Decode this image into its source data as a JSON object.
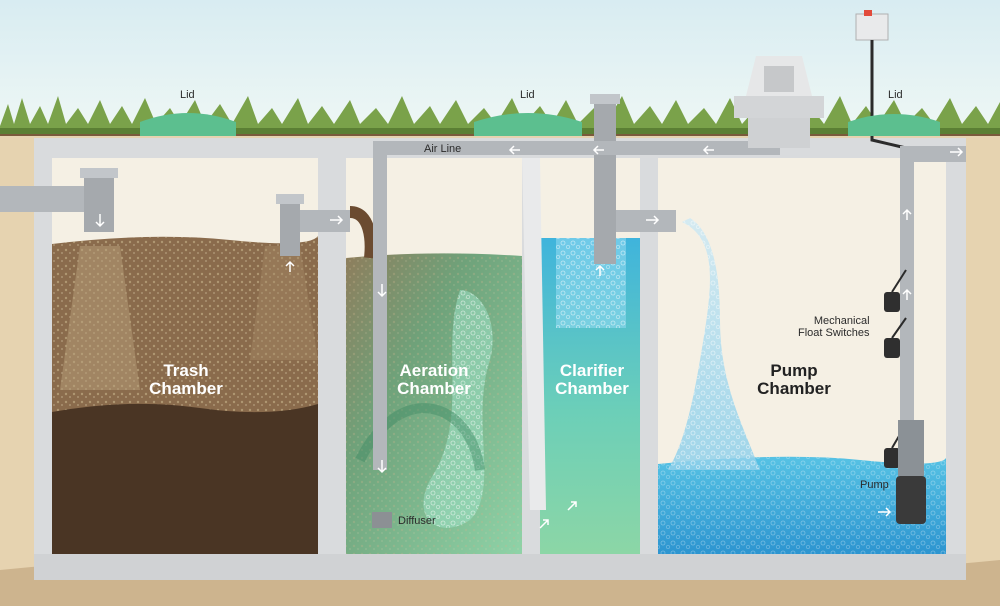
{
  "labels": {
    "lid_1": "Lid",
    "lid_2": "Lid",
    "lid_3": "Lid",
    "air_line": "Air Line",
    "diffuser": "Diffuser",
    "float_switches_line1": "Mechanical",
    "float_switches_line2": "Float Switches",
    "pump": "Pump"
  },
  "chambers": {
    "trash": {
      "line1": "Trash",
      "line2": "Chamber"
    },
    "aeration": {
      "line1": "Aeration",
      "line2": "Chamber"
    },
    "clarifier": {
      "line1": "Clarifier",
      "line2": "Chamber"
    },
    "pump": {
      "line1": "Pump",
      "line2": "Chamber"
    }
  },
  "colors": {
    "sky": "#e3f1f4",
    "soil": "#e6d3b0",
    "tank": "#d9dbdd",
    "pipe": "#b3b7bb",
    "lid": "#5cbf8f",
    "sludge": "#4a3524",
    "aeration_green": "#5ea67c",
    "clarifier_blue": "#46b6d6",
    "pump_water": "#48b5dc"
  }
}
